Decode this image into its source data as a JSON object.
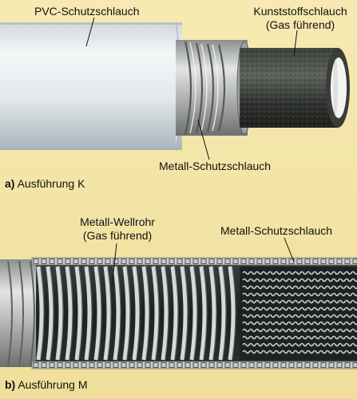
{
  "part_a": {
    "letter": "a)",
    "caption": "Ausführung K",
    "label_pvc": "PVC-Schutzschlauch",
    "label_kunststoff_line1": "Kunststoffschlauch",
    "label_kunststoff_line2": "(Gas führend)",
    "label_metall": "Metall-Schutzschlauch"
  },
  "part_b": {
    "letter": "b)",
    "caption": "Ausführung M",
    "label_wellrohr_line1": "Metall-Wellrohr",
    "label_wellrohr_line2": "(Gas führend)",
    "label_metall": "Metall-Schutzschlauch"
  },
  "colors": {
    "background": "#f3e6a8",
    "pvc": "#e6ebee",
    "metal": "#b9bcbc",
    "hose": "#2f322f",
    "inner_dark": "#1e2220"
  }
}
